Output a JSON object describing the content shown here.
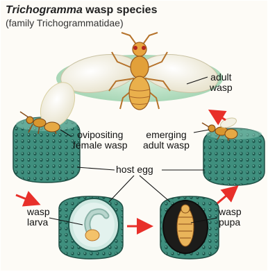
{
  "header": {
    "title_genus": "Trichogramma",
    "title_rest": " wasp species",
    "subtitle": "(family Trichogrammatidae)"
  },
  "labels": {
    "adult_wasp": [
      "adult",
      "wasp"
    ],
    "ovipositing_female": [
      "ovipositing",
      "female wasp"
    ],
    "emerging_adult": [
      "emerging",
      "adult wasp"
    ],
    "host_egg": "host egg",
    "wasp_larva": [
      "wasp",
      "larva"
    ],
    "wasp_pupa": [
      "wasp",
      "pupa"
    ]
  },
  "colors": {
    "egg": "#3f8f7e",
    "egg_dark": "#1f5a4f",
    "arrow": "#e8302a",
    "wing_glow": "#bfe3c8",
    "wasp_body": "#e2a03a"
  }
}
